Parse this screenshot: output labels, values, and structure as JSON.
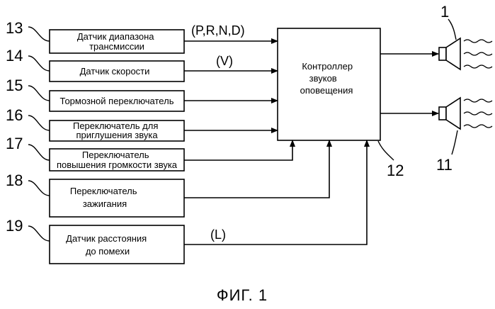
{
  "reference_numbers": {
    "r13": "13",
    "r14": "14",
    "r15": "15",
    "r16": "16",
    "r17": "17",
    "r18": "18",
    "r19": "19",
    "r12": "12",
    "r1": "1",
    "r11": "11"
  },
  "inputs": {
    "transmission_sensor": [
      "Датчик диапазона",
      "трансмиссии"
    ],
    "speed_sensor": [
      "Датчик скорости"
    ],
    "brake_switch": [
      "Тормозной переключатель"
    ],
    "mute_switch": [
      "Переключатель для",
      "приглушения звука"
    ],
    "volume_switch": [
      "Переключатель",
      "повышения громкости звука"
    ],
    "ignition_switch": [
      "Переключатель",
      "зажигания"
    ],
    "distance_sensor": [
      "Датчик расстояния",
      "до помехи"
    ]
  },
  "signals": {
    "gear": "(P,R,N,D)",
    "speed": "(V)",
    "distance": "(L)"
  },
  "controller": [
    "Контроллер",
    "звуков",
    "оповещения"
  ],
  "caption": "ФИГ. 1"
}
